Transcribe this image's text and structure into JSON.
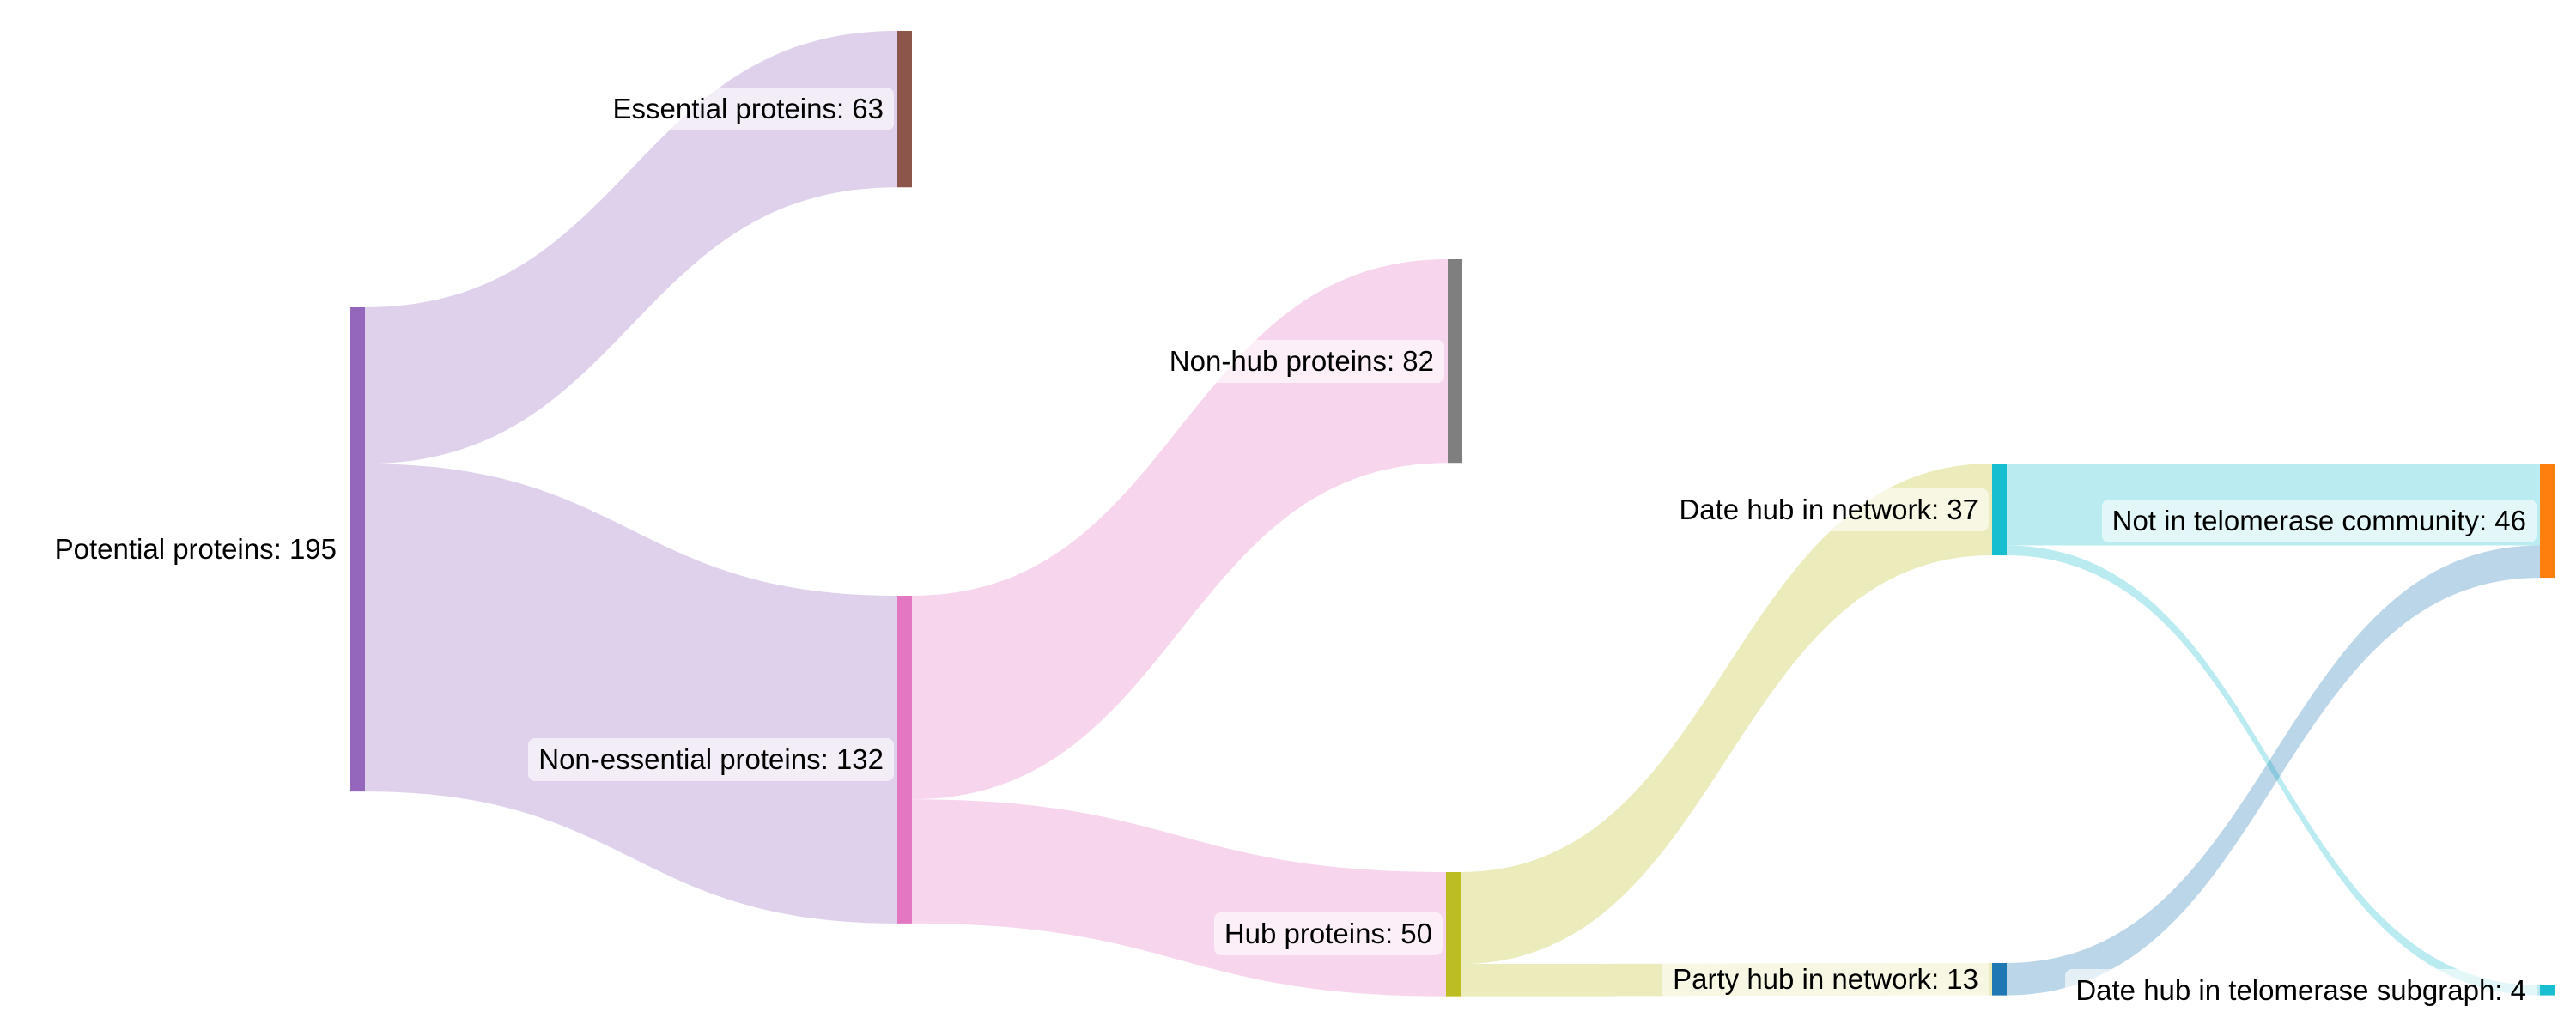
{
  "chart_data": {
    "type": "sankey",
    "title": "",
    "nodes": [
      {
        "id": "potential",
        "name": "Potential proteins",
        "value": 195,
        "color": "#9467bd"
      },
      {
        "id": "essential",
        "name": "Essential proteins",
        "value": 63,
        "color": "#8c564b"
      },
      {
        "id": "nonessential",
        "name": "Non-essential proteins",
        "value": 132,
        "color": "#e377c2"
      },
      {
        "id": "nonhub",
        "name": "Non-hub proteins",
        "value": 82,
        "color": "#7f7f7f"
      },
      {
        "id": "hub",
        "name": "Hub proteins",
        "value": 50,
        "color": "#bcbd22"
      },
      {
        "id": "datehub",
        "name": "Date hub in network",
        "value": 37,
        "color": "#17becf"
      },
      {
        "id": "partyhub",
        "name": "Party hub in network",
        "value": 13,
        "color": "#1f77b4"
      },
      {
        "id": "nottelo",
        "name": "Not in telomerase community",
        "value": 46,
        "color": "#ff7f0e"
      },
      {
        "id": "datetelo",
        "name": "Date hub in telomerase subgraph",
        "value": 4,
        "color": "#17becf"
      }
    ],
    "links": [
      {
        "source": "potential",
        "target": "essential",
        "value": 63
      },
      {
        "source": "potential",
        "target": "nonessential",
        "value": 132
      },
      {
        "source": "nonessential",
        "target": "nonhub",
        "value": 82
      },
      {
        "source": "nonessential",
        "target": "hub",
        "value": 50
      },
      {
        "source": "hub",
        "target": "datehub",
        "value": 37
      },
      {
        "source": "hub",
        "target": "partyhub",
        "value": 13
      },
      {
        "source": "datehub",
        "target": "nottelo",
        "value": 33
      },
      {
        "source": "datehub",
        "target": "datetelo",
        "value": 4
      },
      {
        "source": "partyhub",
        "target": "nottelo",
        "value": 13
      }
    ]
  }
}
